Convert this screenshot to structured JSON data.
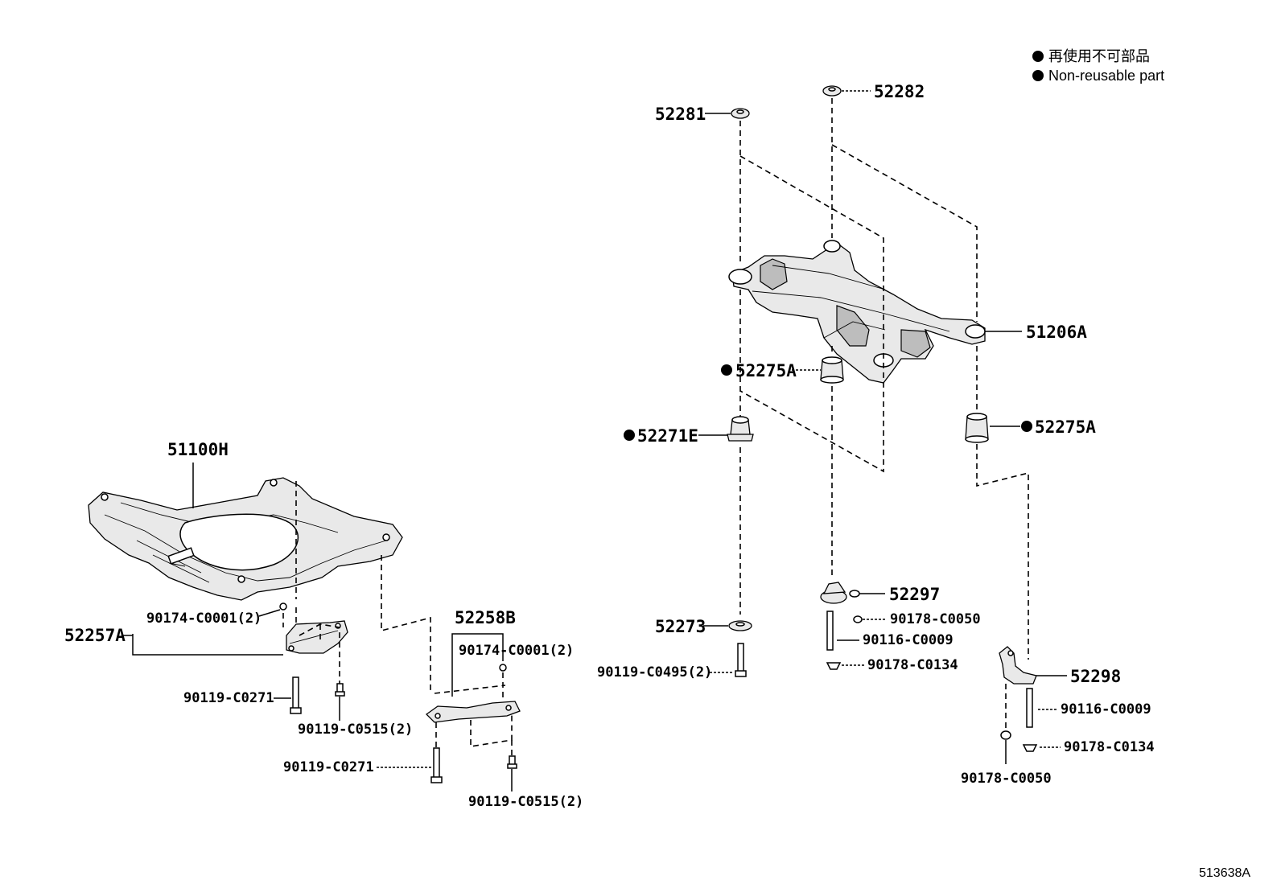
{
  "legend": {
    "line1": "再使用不可部品",
    "line2": "Non-reusable part"
  },
  "diagram_code": "513638A",
  "labels": {
    "p51100H": "51100H",
    "p52257A": "52257A",
    "p90174_left": "90174-C0001(2)",
    "p90119_c0271_left": "90119-C0271",
    "p90119_c0515_left": "90119-C0515(2)",
    "p52258B": "52258B",
    "p90174_mid": "90174-C0001(2)",
    "p90119_c0271_mid": "90119-C0271",
    "p90119_c0515_mid": "90119-C0515(2)",
    "p52281": "52281",
    "p52282": "52282",
    "p51206A": "51206A",
    "p52275A_top": "52275A",
    "p52271E": "52271E",
    "p52275A_right": "52275A",
    "p52273": "52273",
    "p90119_c0495": "90119-C0495(2)",
    "p52297": "52297",
    "p90178_c0050_mid": "90178-C0050",
    "p90116_c0009_mid": "90116-C0009",
    "p90178_c0134_mid": "90178-C0134",
    "p52298": "52298",
    "p90116_c0009_right": "90116-C0009",
    "p90178_c0134_right": "90178-C0134",
    "p90178_c0050_right": "90178-C0050"
  }
}
